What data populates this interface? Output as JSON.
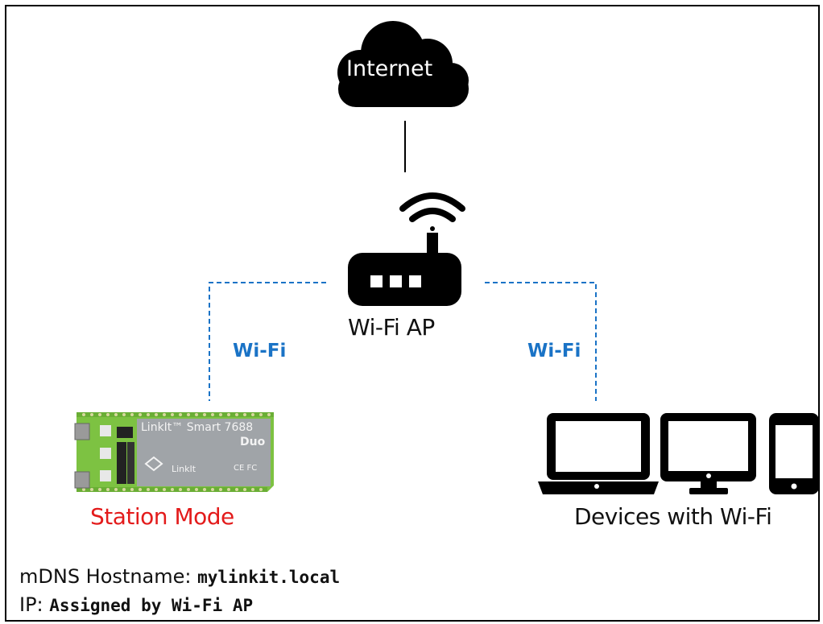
{
  "nodes": {
    "internet": "Internet",
    "access_point": "Wi-Fi AP",
    "station": "Station Mode",
    "devices": "Devices with Wi-Fi"
  },
  "links": {
    "left_wifi": "Wi-Fi",
    "right_wifi": "Wi-Fi"
  },
  "board": {
    "title": "LinkIt™ Smart 7688",
    "subtitle": "Duo",
    "logo": "LinkIt",
    "cert": "CE FC"
  },
  "info": {
    "hostname_label": "mDNS Hostname:",
    "hostname_value": "mylinkit.local",
    "ip_label": "IP:",
    "ip_value": "Assigned by Wi-Fi AP"
  },
  "colors": {
    "link": "#1a73c6",
    "station_text": "#e31b1b",
    "board_green": "#7dc242",
    "board_label": "#a0a4a8"
  },
  "icons": [
    "cloud-icon",
    "router-icon",
    "wifi-signal-icon",
    "laptop-icon",
    "desktop-icon",
    "tablet-icon",
    "board-image"
  ]
}
